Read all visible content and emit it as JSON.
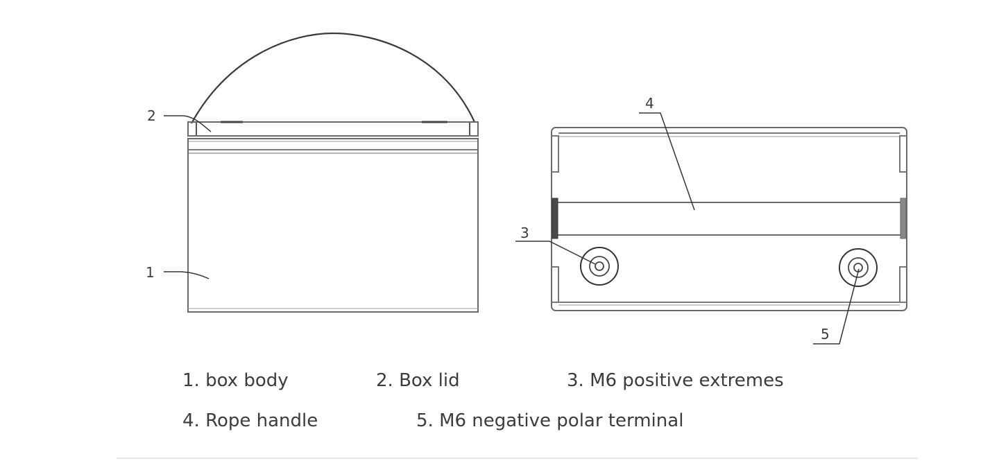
{
  "diagram": {
    "callouts": {
      "c1": "1",
      "c2": "2",
      "c3": "3",
      "c4": "4",
      "c5": "5"
    },
    "legend": [
      "1. box body",
      "2. Box lid",
      "3. M6 positive extremes",
      "4. Rope handle",
      "5. M6 negative polar terminal"
    ]
  },
  "colors": {
    "line": "#5a5a5a",
    "text": "#3c3c3c"
  }
}
